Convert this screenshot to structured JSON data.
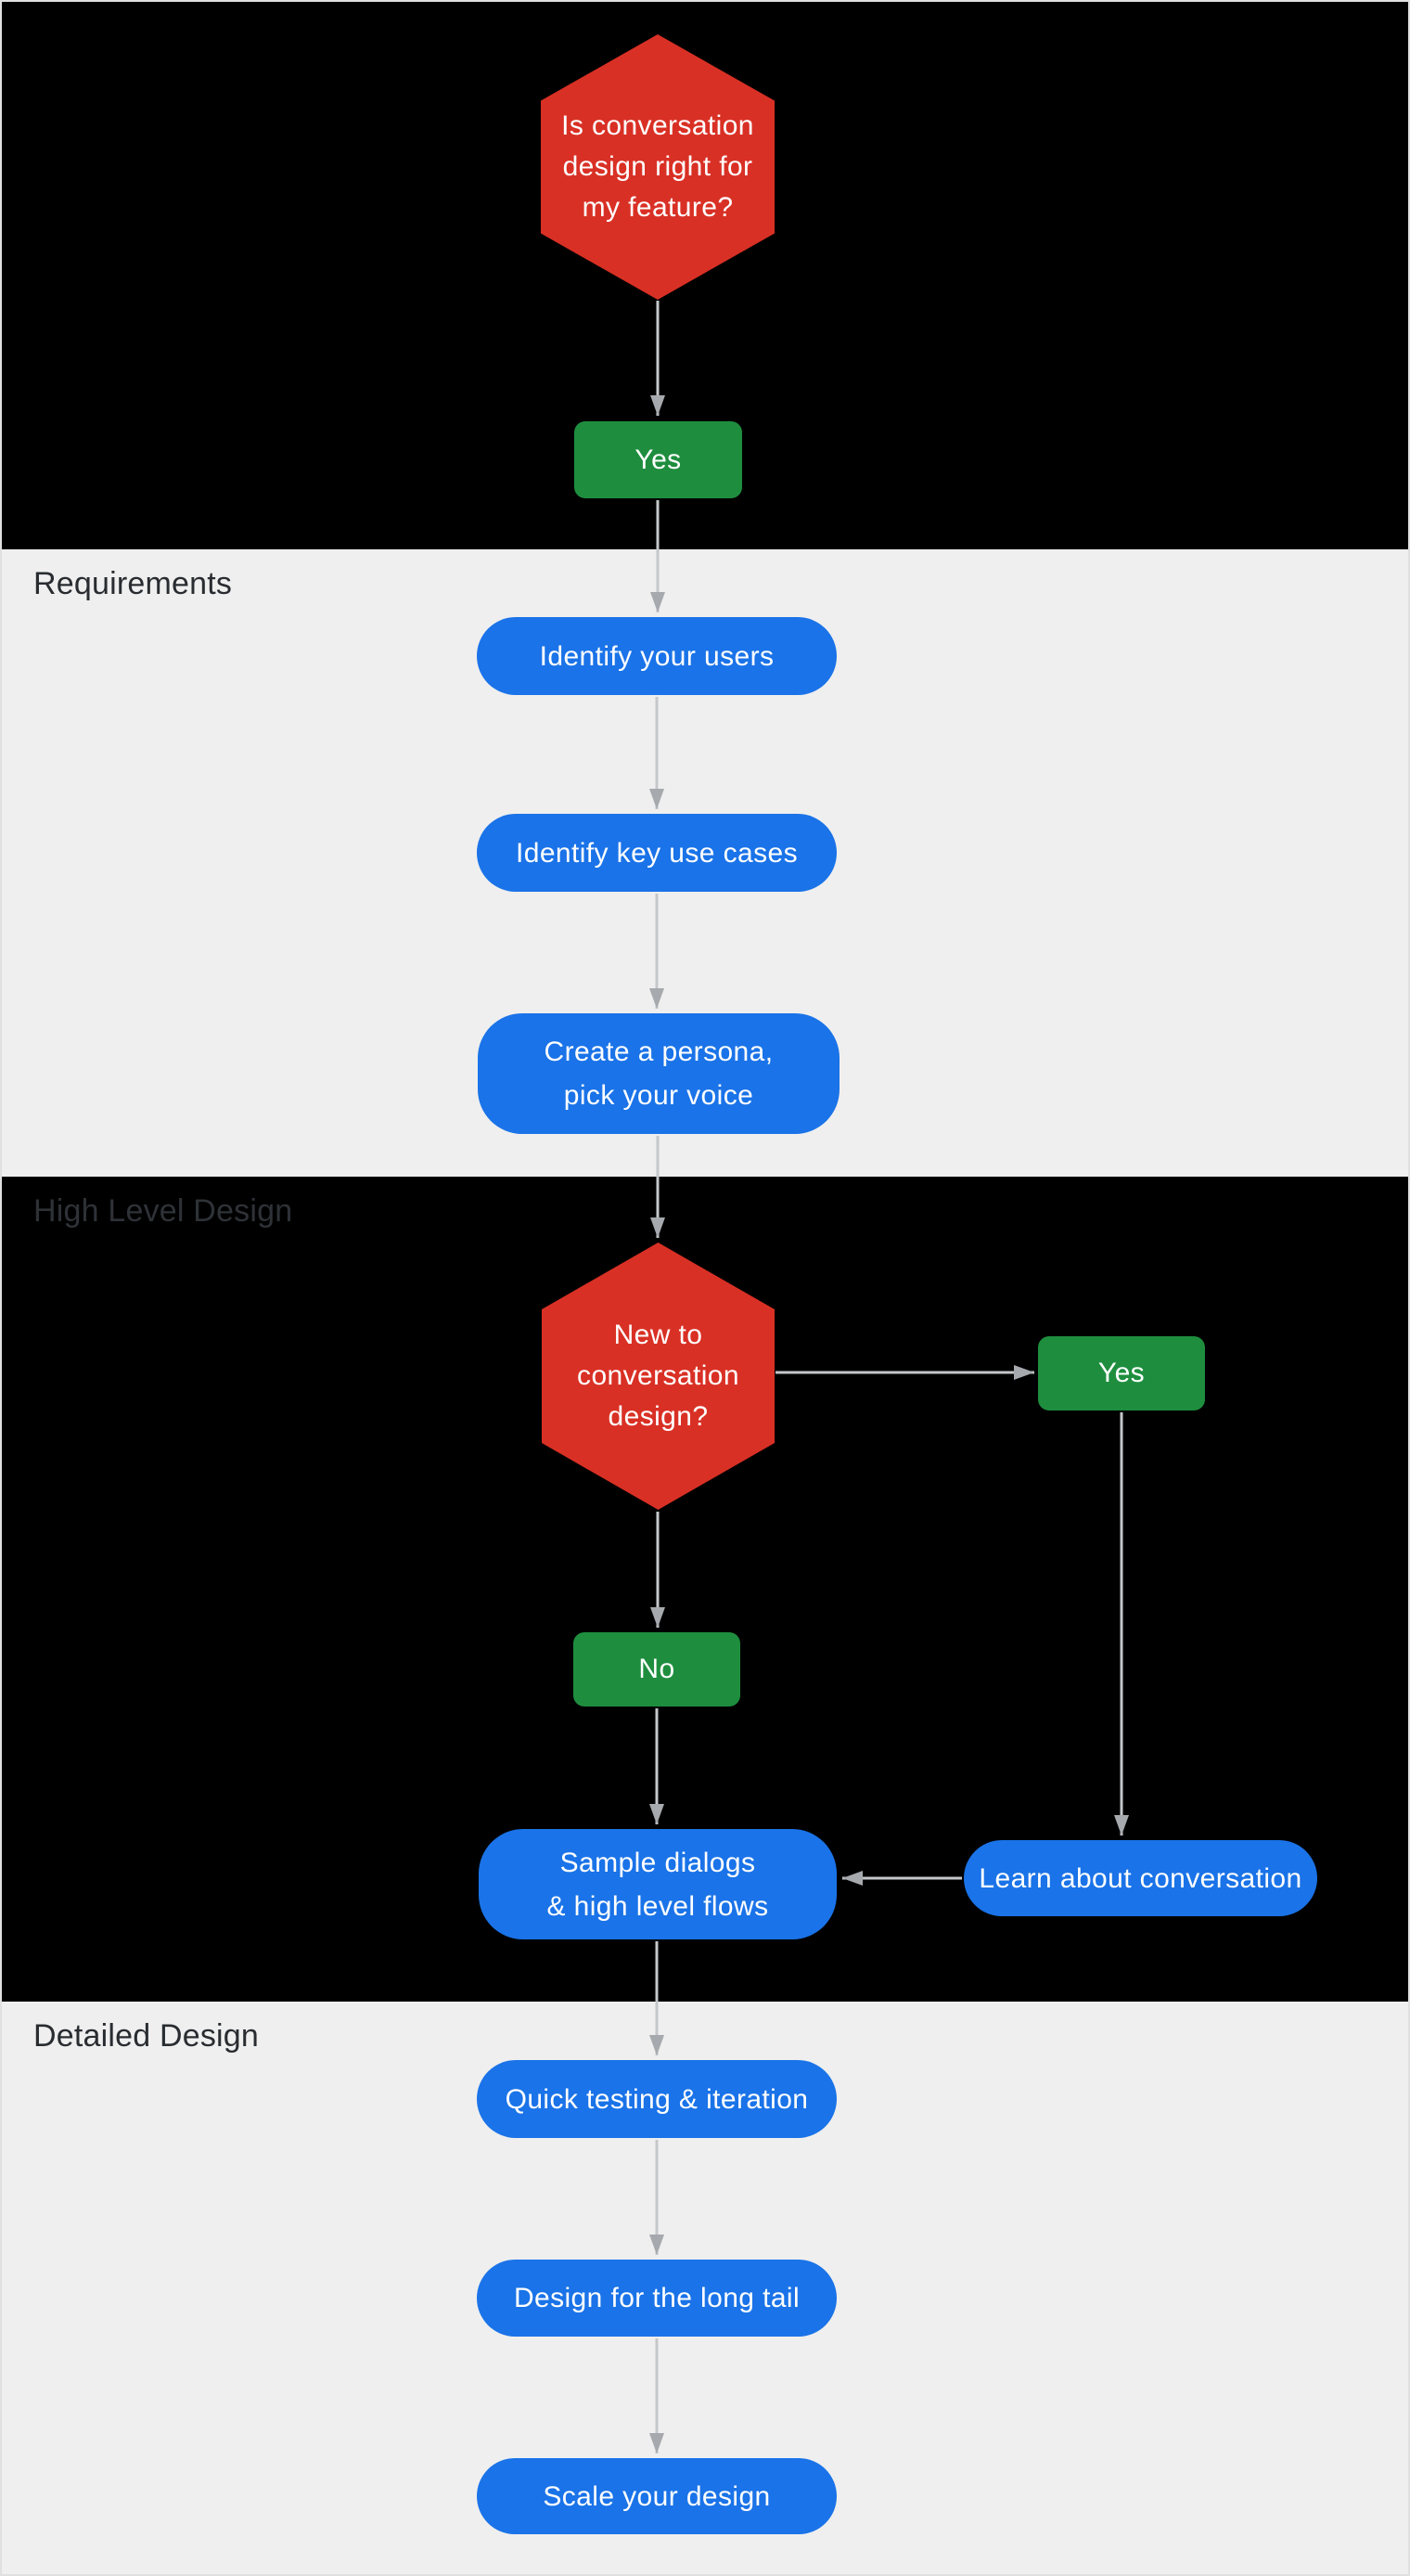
{
  "sections": [
    {
      "id": "intro",
      "label": ""
    },
    {
      "id": "requirements",
      "label": "Requirements"
    },
    {
      "id": "high-level-design",
      "label": "High Level Design"
    },
    {
      "id": "detailed-design",
      "label": "Detailed Design"
    }
  ],
  "nodes": {
    "decision1": {
      "type": "decision",
      "label": "Is conversation\ndesign right for\nmy feature?"
    },
    "yes1": {
      "type": "answer",
      "label": "Yes"
    },
    "users": {
      "type": "step",
      "label": "Identify your users"
    },
    "usecases": {
      "type": "step",
      "label": "Identify key use cases"
    },
    "persona": {
      "type": "step",
      "label": "Create a persona,\npick your voice"
    },
    "decision2": {
      "type": "decision",
      "label": "New to\nconversation\ndesign?"
    },
    "yes2": {
      "type": "answer",
      "label": "Yes"
    },
    "no1": {
      "type": "answer",
      "label": "No"
    },
    "sample": {
      "type": "step",
      "label": "Sample dialogs\n& high level flows"
    },
    "learn": {
      "type": "step",
      "label": "Learn about conversation"
    },
    "quick": {
      "type": "step",
      "label": "Quick testing & iteration"
    },
    "longtail": {
      "type": "step",
      "label": "Design for the long tail"
    },
    "scale": {
      "type": "step",
      "label": "Scale your design"
    }
  },
  "colors": {
    "decision_red": "#d93025",
    "answer_green": "#1e8e3e",
    "step_blue": "#1a73e8",
    "dark_section_bg": "#000000",
    "light_section_bg": "#efefef",
    "connector_line": "#c5c7ca",
    "arrowhead": "#a6a9ad",
    "node_text": "#ffffff",
    "light_section_label": "#292c30",
    "dark_section_label": "#2e3237"
  }
}
